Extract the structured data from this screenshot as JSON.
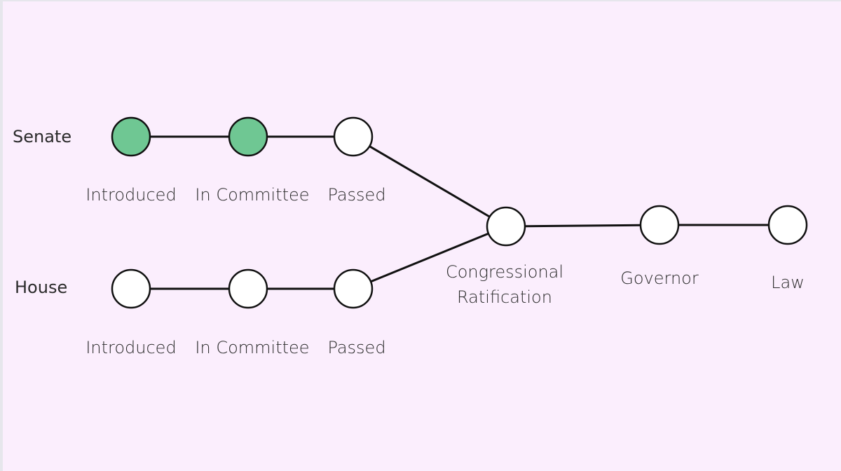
{
  "colors": {
    "background": "#fbeefd",
    "stroke": "#111111",
    "completed_fill": "#6fc793",
    "pending_fill": "#ffffff"
  },
  "lanes": {
    "senate": {
      "label": "Senate",
      "steps": [
        {
          "label": "Introduced",
          "status": "completed"
        },
        {
          "label": "In Committee",
          "status": "completed"
        },
        {
          "label": "Passed",
          "status": "pending"
        }
      ]
    },
    "house": {
      "label": "House",
      "steps": [
        {
          "label": "Introduced",
          "status": "pending"
        },
        {
          "label": "In Committee",
          "status": "pending"
        },
        {
          "label": "Passed",
          "status": "pending"
        }
      ]
    }
  },
  "final_steps": [
    {
      "label": "Congressional\nRatification",
      "status": "pending"
    },
    {
      "label": "Governor",
      "status": "pending"
    },
    {
      "label": "Law",
      "status": "pending"
    }
  ]
}
